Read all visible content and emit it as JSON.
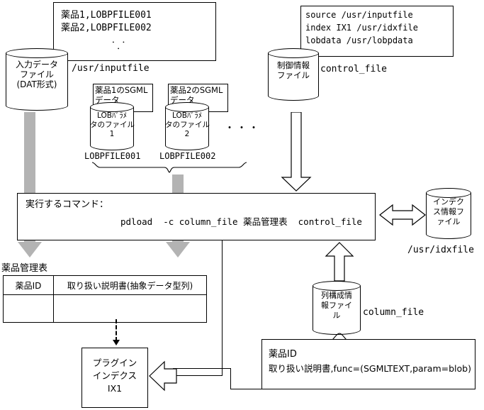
{
  "diagram": {
    "title": "pdload SGML LOB loading diagram",
    "input_file_box": {
      "line1": "薬品1,LOBPFILE001",
      "line2": "薬品2,LOBPFILE002",
      "vertical_dots": "．\n．\n．"
    },
    "input_cylinder": {
      "label": "入力データ\nファイル\n(DAT形式)",
      "path": "/usr/inputfile"
    },
    "control_file_box": {
      "line1": "source /usr/inputfile",
      "line2": "index IX1 /usr/idxfile",
      "line3": "lobdata /usr/lobpdata"
    },
    "control_cylinder": {
      "label": "制御情報\nファイル",
      "name": "control_file"
    },
    "sgml_groups": [
      {
        "note": "薬品1のSGML\nデータ",
        "cylinder_label": "LOBﾊﾟﾗﾒ\nタのファイル\n1",
        "filename": "LOBPFILE001"
      },
      {
        "note": "薬品2のSGML\nデータ",
        "cylinder_label": "LOBﾊﾟﾗﾒ\nタのファイル\n2",
        "filename": "LOBPFILE002"
      }
    ],
    "sgml_ellipsis": "・・・",
    "command_box": {
      "heading": "実行するコマンド：",
      "command": "pdload  -c column_file 薬品管理表  control_file"
    },
    "index_cylinder": {
      "label": "インデク\nス情報フ\nァイル",
      "path": "/usr/idxfile"
    },
    "column_cylinder": {
      "label": "列構成情\n報ファイ\nル",
      "name": "column_file"
    },
    "column_def_box": {
      "line1": "薬品ID",
      "line2": "取り扱い説明書,func=(SGMLTEXT,param=blob)"
    },
    "table": {
      "caption": "薬品管理表",
      "headers": [
        "薬品ID",
        "取り扱い説明書(抽象データ型列)"
      ],
      "rows": [
        [
          "",
          ""
        ]
      ]
    },
    "plugin_index_box": {
      "label": "プラグイン\nインデクス\nIX1"
    },
    "colors": {
      "gray_arrow": "#b3b3b3",
      "stroke": "#000000",
      "background": "#ffffff"
    }
  }
}
